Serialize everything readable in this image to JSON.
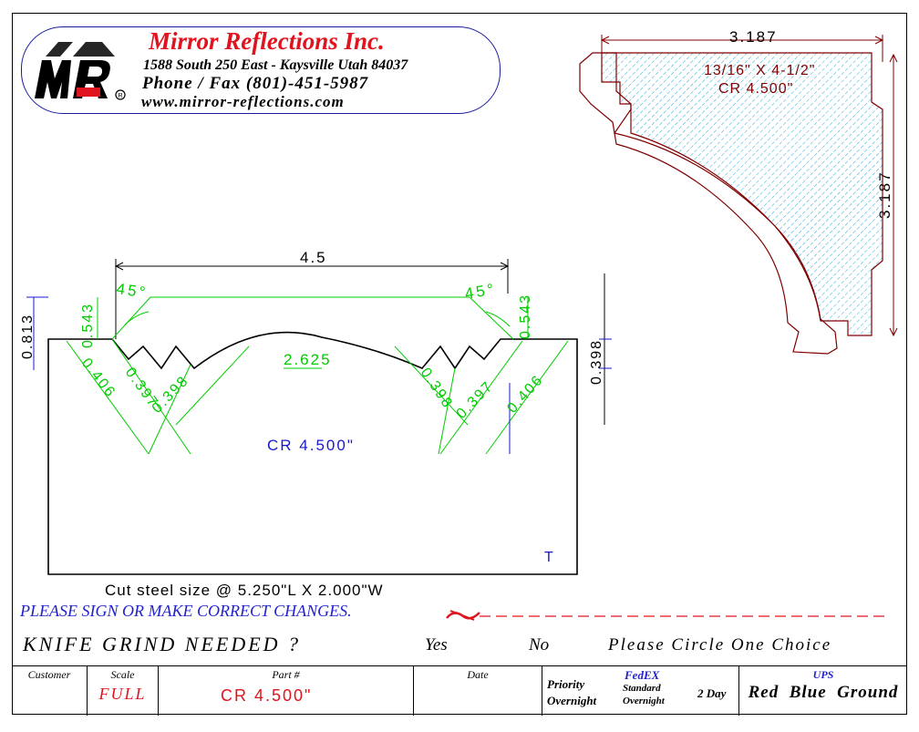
{
  "company": {
    "name": "Mirror Reflections Inc.",
    "address": "1588 South 250 East - Kaysville Utah 84037",
    "phone": "Phone / Fax (801)-451-5987",
    "website": "www.mirror-reflections.com",
    "logo_text": "MR"
  },
  "profile_view": {
    "width_dim": "3.187",
    "height_dim": "3.187",
    "size_label": "13/16\" X 4-1/2\"",
    "code_label": "CR 4.500\""
  },
  "knife_view": {
    "overall_width": "4.5",
    "left_height": "0.813",
    "right_depth": "0.398",
    "angle_left": "45°",
    "angle_right": "45°",
    "left_step": "0.543",
    "right_step": "0.543",
    "radius": "2.625",
    "left_dims": [
      "0.406",
      "0.397",
      "0.398"
    ],
    "right_dims": [
      "0.398",
      "0.397",
      "0.406"
    ],
    "center_label": "CR 4.500\"",
    "corner_mark": "T"
  },
  "notes": {
    "cut_steel": "Cut steel size @ 5.250\"L  X  2.000\"W",
    "sign": "PLEASE SIGN OR MAKE CORRECT CHANGES.",
    "knife_grind": "KNIFE GRIND NEEDED ?",
    "yes": "Yes",
    "no": "No",
    "circle_choice": "Please Circle One Choice"
  },
  "footer": {
    "customer_label": "Customer",
    "scale_label": "Scale",
    "scale_value": "FULL",
    "part_label": "Part #",
    "part_value": "CR 4.500\"",
    "date_label": "Date",
    "priority": "Priority",
    "overnight": "Overnight",
    "fedex_label": "FedEX",
    "standard": "Standard",
    "standard_overnight": "Overnight",
    "two_day": "2 Day",
    "ups_label": "UPS",
    "ups_options": "Red  Blue  Ground"
  },
  "colors": {
    "dimension": "#00cc00",
    "outline": "#800000",
    "title": "#e0141e",
    "note_blue": "#2222cc",
    "hatch": "#22aadd"
  }
}
